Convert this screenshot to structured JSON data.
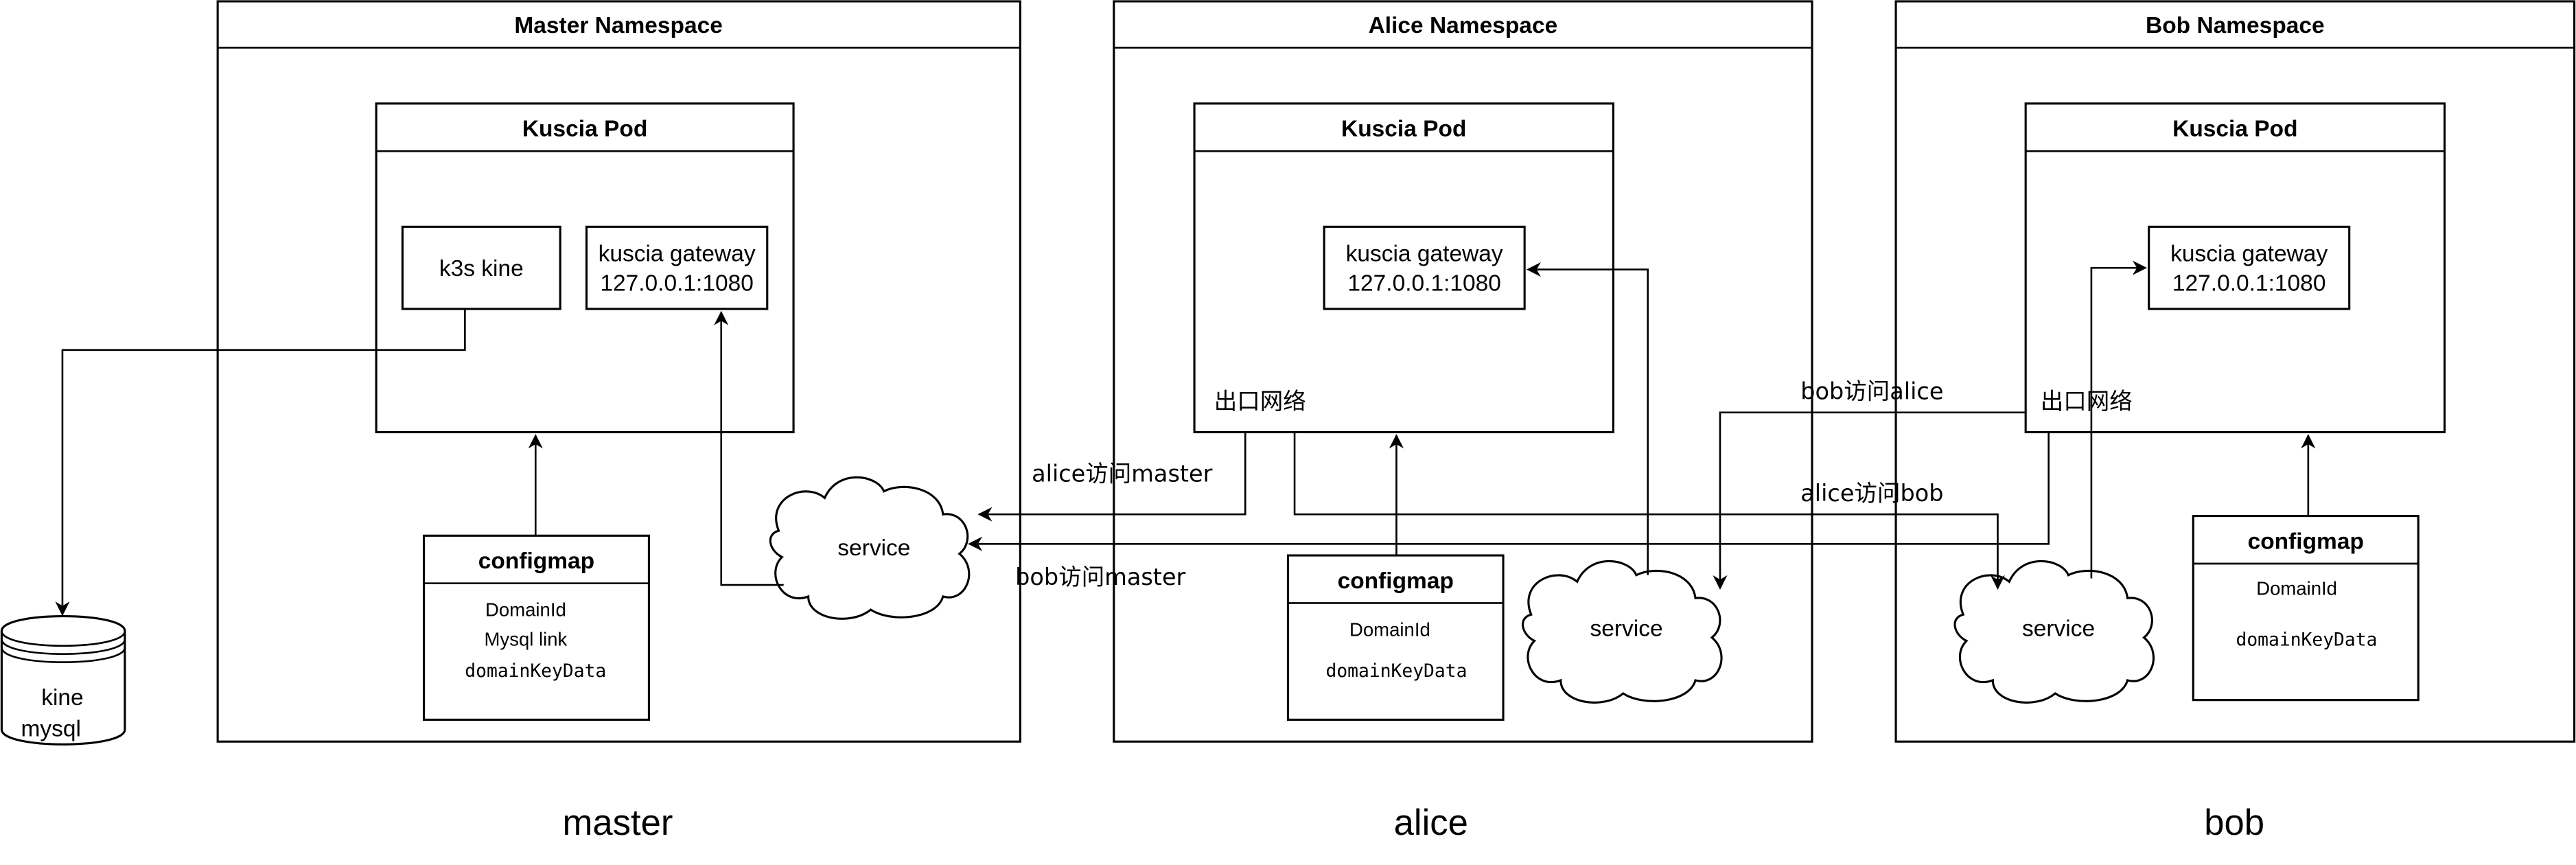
{
  "namespaces": {
    "master": {
      "title": "Master Namespace",
      "pod_title": "Kuscia Pod",
      "kine_label": "k3s kine",
      "gateway_line1": "kuscia gateway",
      "gateway_line2": "127.0.0.1:1080",
      "configmap_title": "configmap",
      "configmap_items": [
        "DomainId",
        "Mysql link",
        "domainKeyData"
      ],
      "service_label": "service",
      "caption": "master"
    },
    "alice": {
      "title": "Alice Namespace",
      "pod_title": "Kuscia Pod",
      "gateway_line1": "kuscia gateway",
      "gateway_line2": "127.0.0.1:1080",
      "egress_label": "出口网络",
      "configmap_title": "configmap",
      "configmap_items": [
        "DomainId",
        "domainKeyData"
      ],
      "service_label": "service",
      "caption": "alice"
    },
    "bob": {
      "title": "Bob Namespace",
      "pod_title": "Kuscia Pod",
      "gateway_line1": "kuscia gateway",
      "gateway_line2": "127.0.0.1:1080",
      "egress_label": "出口网络",
      "configmap_title": "configmap",
      "configmap_items": [
        "DomainId",
        "domainKeyData"
      ],
      "service_label": "service",
      "caption": "bob"
    }
  },
  "database": {
    "line1": "kine",
    "line2": "mysql"
  },
  "edge_labels": {
    "alice_to_master": "alice访问master",
    "bob_to_master": "bob访问master",
    "bob_to_alice": "bob访问alice",
    "alice_to_bob": "alice访问bob"
  },
  "colors": {
    "stroke": "#000000",
    "background": "#ffffff"
  }
}
